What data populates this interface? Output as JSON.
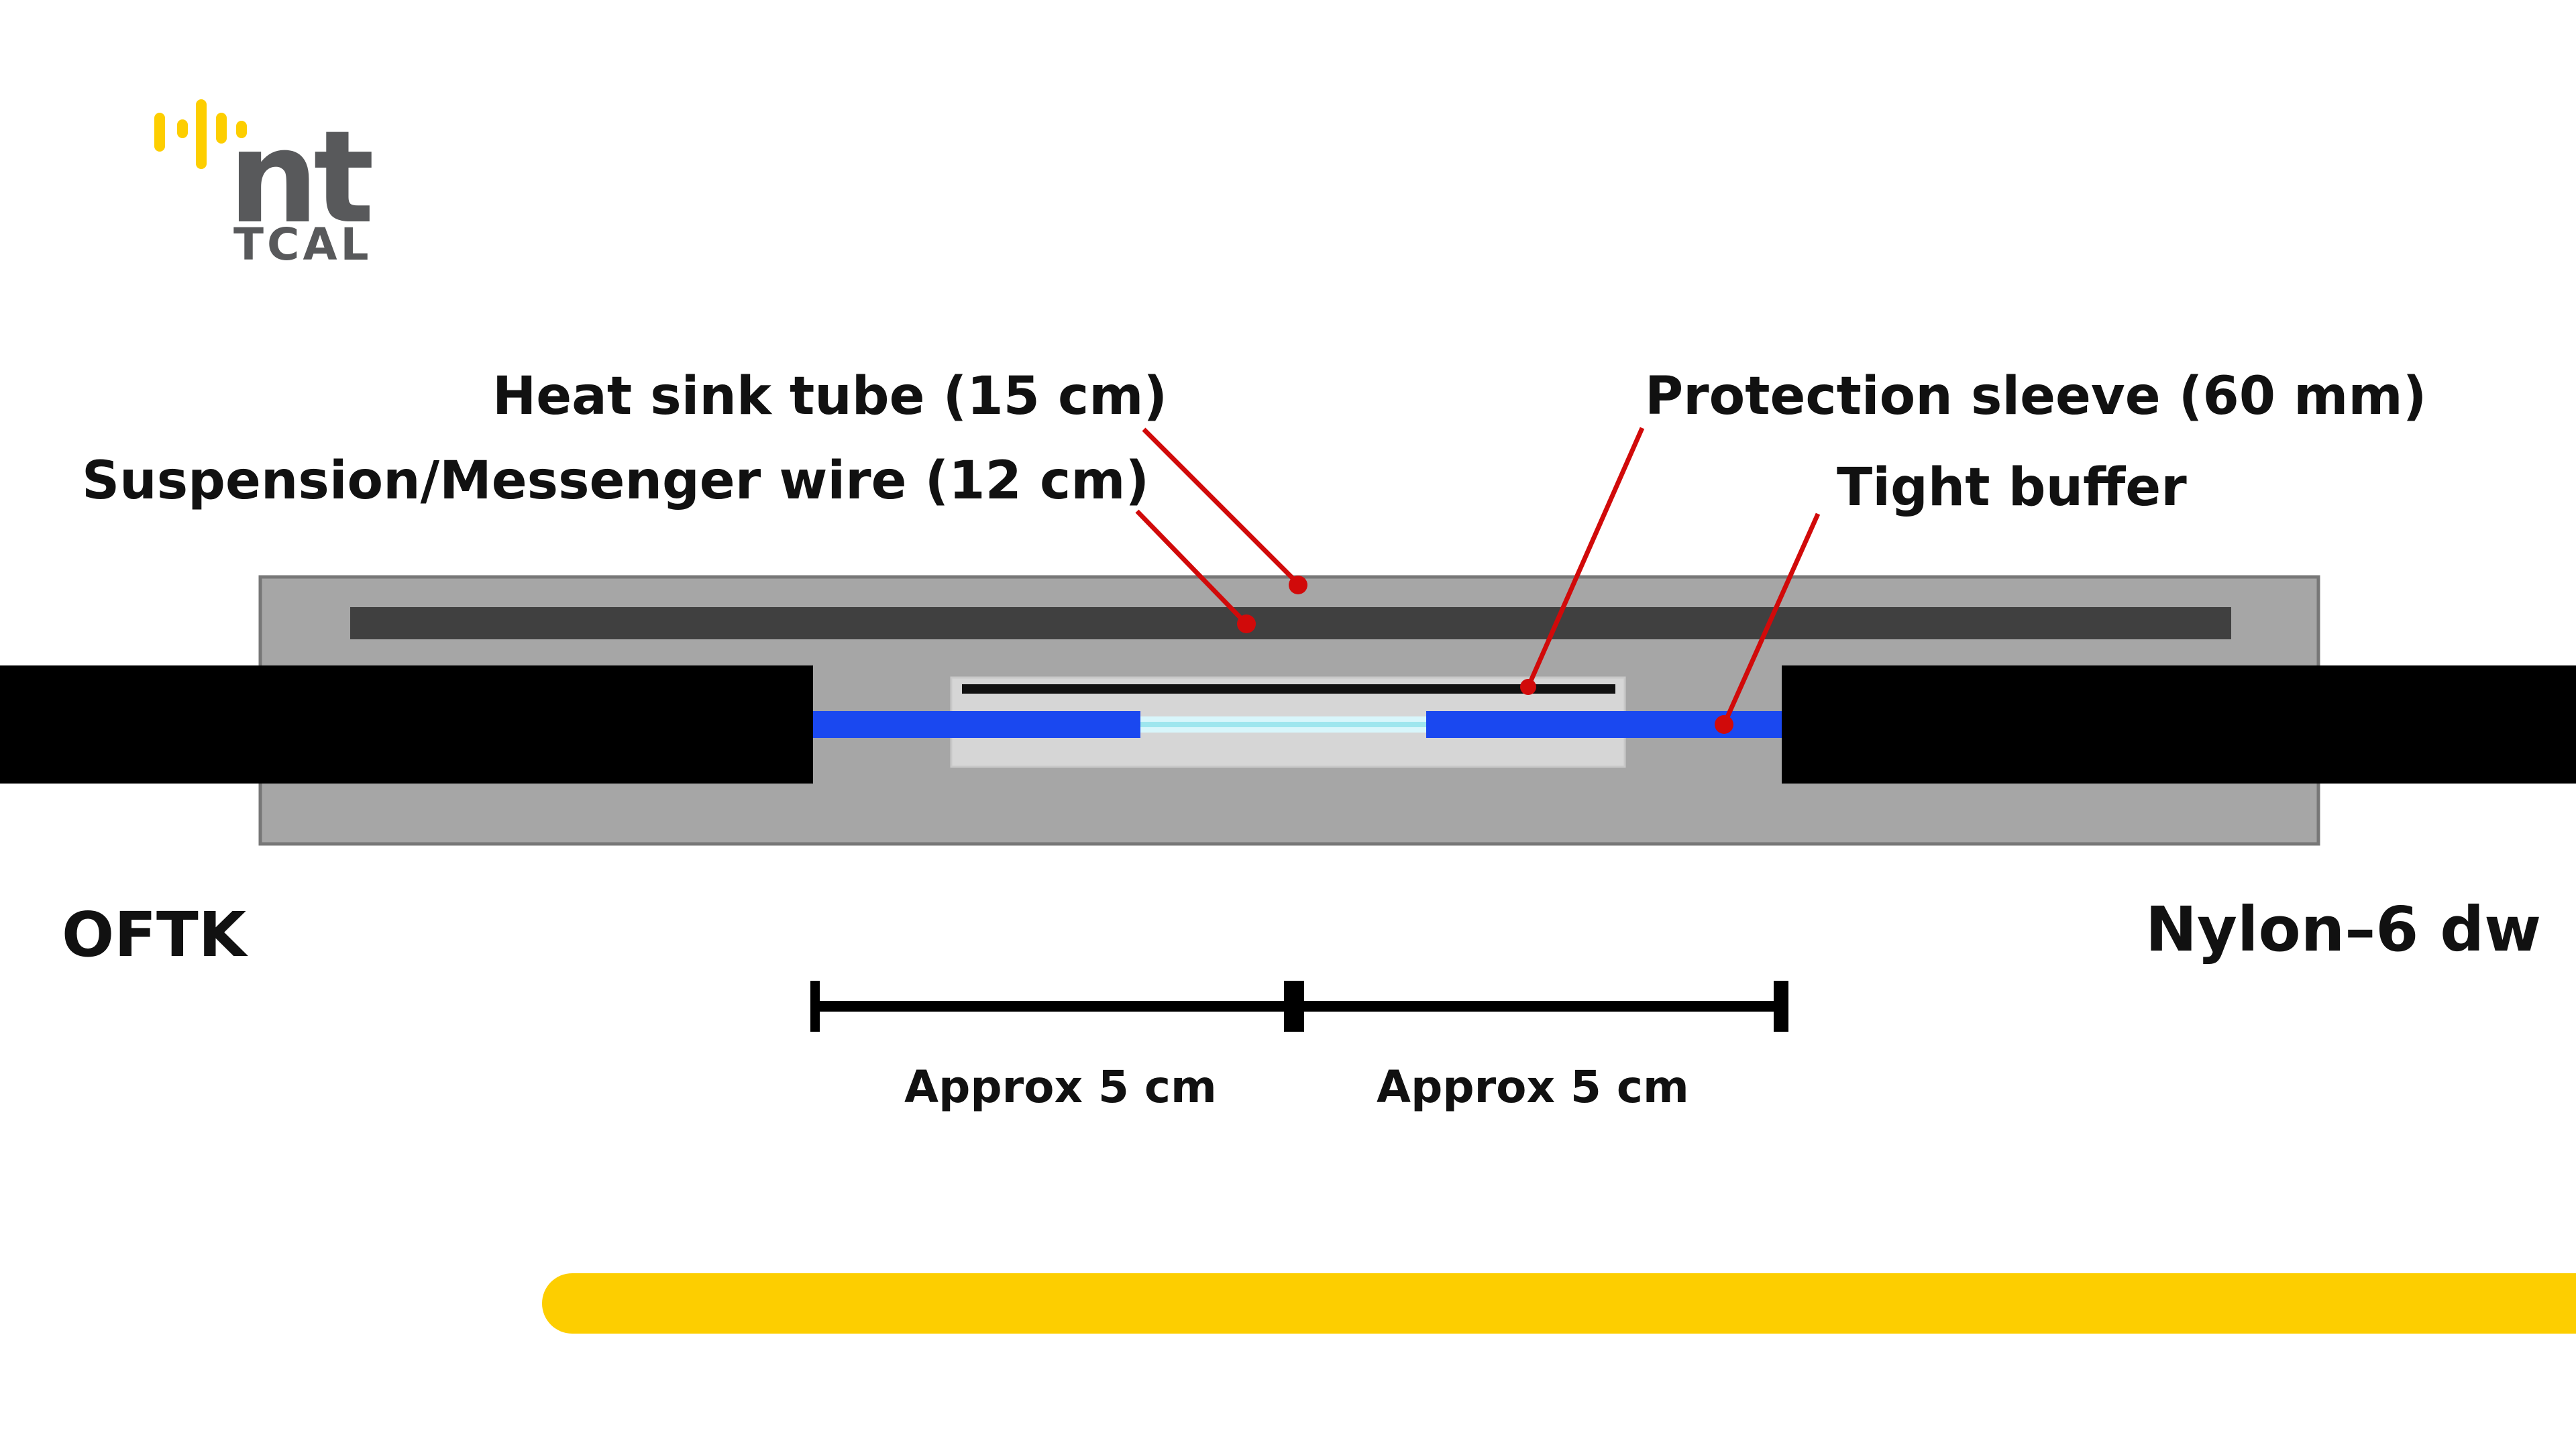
{
  "logo": {
    "brand": "nt",
    "sub": "TCAL"
  },
  "callouts": {
    "heat_sink_tube": "Heat sink tube (15 cm)",
    "suspension_wire": "Suspension/Messenger wire  (12 cm)",
    "protection_sleeve": "Protection sleeve (60 mm)",
    "tight_buffer": "Tight buffer"
  },
  "sides": {
    "left": "OFTK",
    "right": "Nylon–6 dw"
  },
  "dimensions": {
    "left": "Approx 5 cm",
    "right": "Approx 5 cm"
  },
  "colors": {
    "tube": "#a6a6a6",
    "tube_border": "#777777",
    "wire": "#404040",
    "cable": "#000000",
    "sleeve": "#d6d6d6",
    "buffer": "#1a48f0",
    "fiber_core": "#d8f6fb",
    "leader": "#d10a0a",
    "accent_yellow": "#fdce00",
    "logo_gray": "#58595b"
  }
}
